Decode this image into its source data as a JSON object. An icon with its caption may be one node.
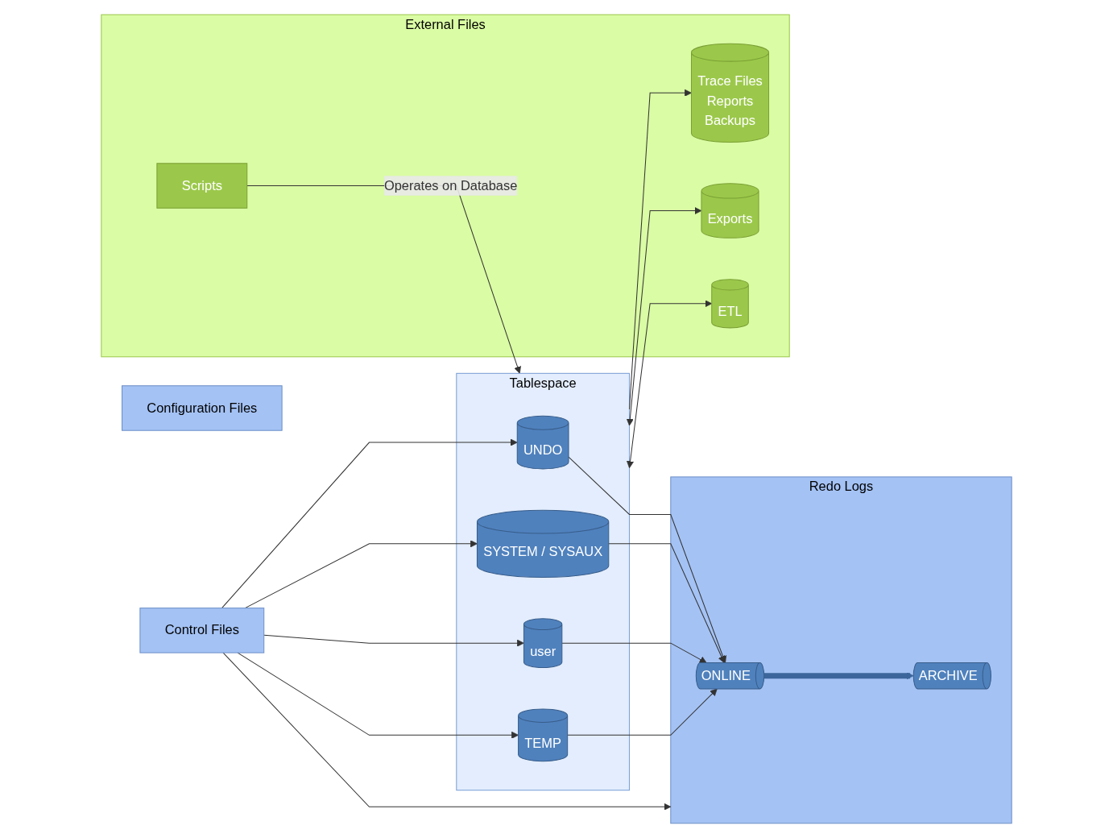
{
  "diagram": {
    "nodes": [
      {
        "text": [
          "Configuration Files"
        ]
      },
      {
        "text": [
          "Tablespace"
        ]
      },
      {
        "text": [
          "UNDO"
        ],
        "in": 1
      },
      {
        "text": [
          "SYSTEM / SYSAUX"
        ],
        "in": 1
      },
      {
        "text": [
          "user"
        ],
        "in": 1
      },
      {
        "text": [
          "TEMP"
        ],
        "in": 1
      },
      {
        "text": [
          "Redo Logs"
        ]
      },
      {
        "text": [
          "ONLINE"
        ],
        "in": 6
      },
      {
        "text": [
          "ARCHIVE"
        ],
        "in": 6
      },
      {
        "text": [
          "Control Files"
        ]
      },
      {
        "text": [
          "External Files"
        ]
      },
      {
        "text": [
          "Trace Files",
          "Reports",
          "Backups"
        ],
        "in": 10
      },
      {
        "text": [
          "Exports"
        ],
        "in": 10
      },
      {
        "text": [
          "ETL"
        ],
        "in": 10
      },
      {
        "text": [
          "Scripts"
        ],
        "in": 10
      }
    ],
    "edges": [
      {
        "from": 9,
        "to": 2,
        "arrow": "to"
      },
      {
        "from": 9,
        "to": 3,
        "arrow": "to"
      },
      {
        "from": 9,
        "to": 4,
        "arrow": "to"
      },
      {
        "from": 9,
        "to": 5,
        "arrow": "to"
      },
      {
        "from": 9,
        "to": 6,
        "arrow": "to"
      },
      {
        "from": 2,
        "to": 7,
        "arrow": "to"
      },
      {
        "from": 3,
        "to": 7,
        "arrow": "to"
      },
      {
        "from": 4,
        "to": 7,
        "arrow": "to"
      },
      {
        "from": 5,
        "to": 7,
        "arrow": "to"
      },
      {
        "from": 7,
        "to": 8,
        "arrow": "to",
        "style": "thick",
        "color": "#3c669b"
      },
      {
        "from": 1,
        "to": 11,
        "arrow": "to"
      },
      {
        "from": 1,
        "to": 12,
        "arrow": "both"
      },
      {
        "from": 1,
        "to": 13,
        "arrow": "both"
      },
      {
        "from": 14,
        "to": 1,
        "arrow": "to",
        "label": "Operates on Database"
      }
    ]
  }
}
